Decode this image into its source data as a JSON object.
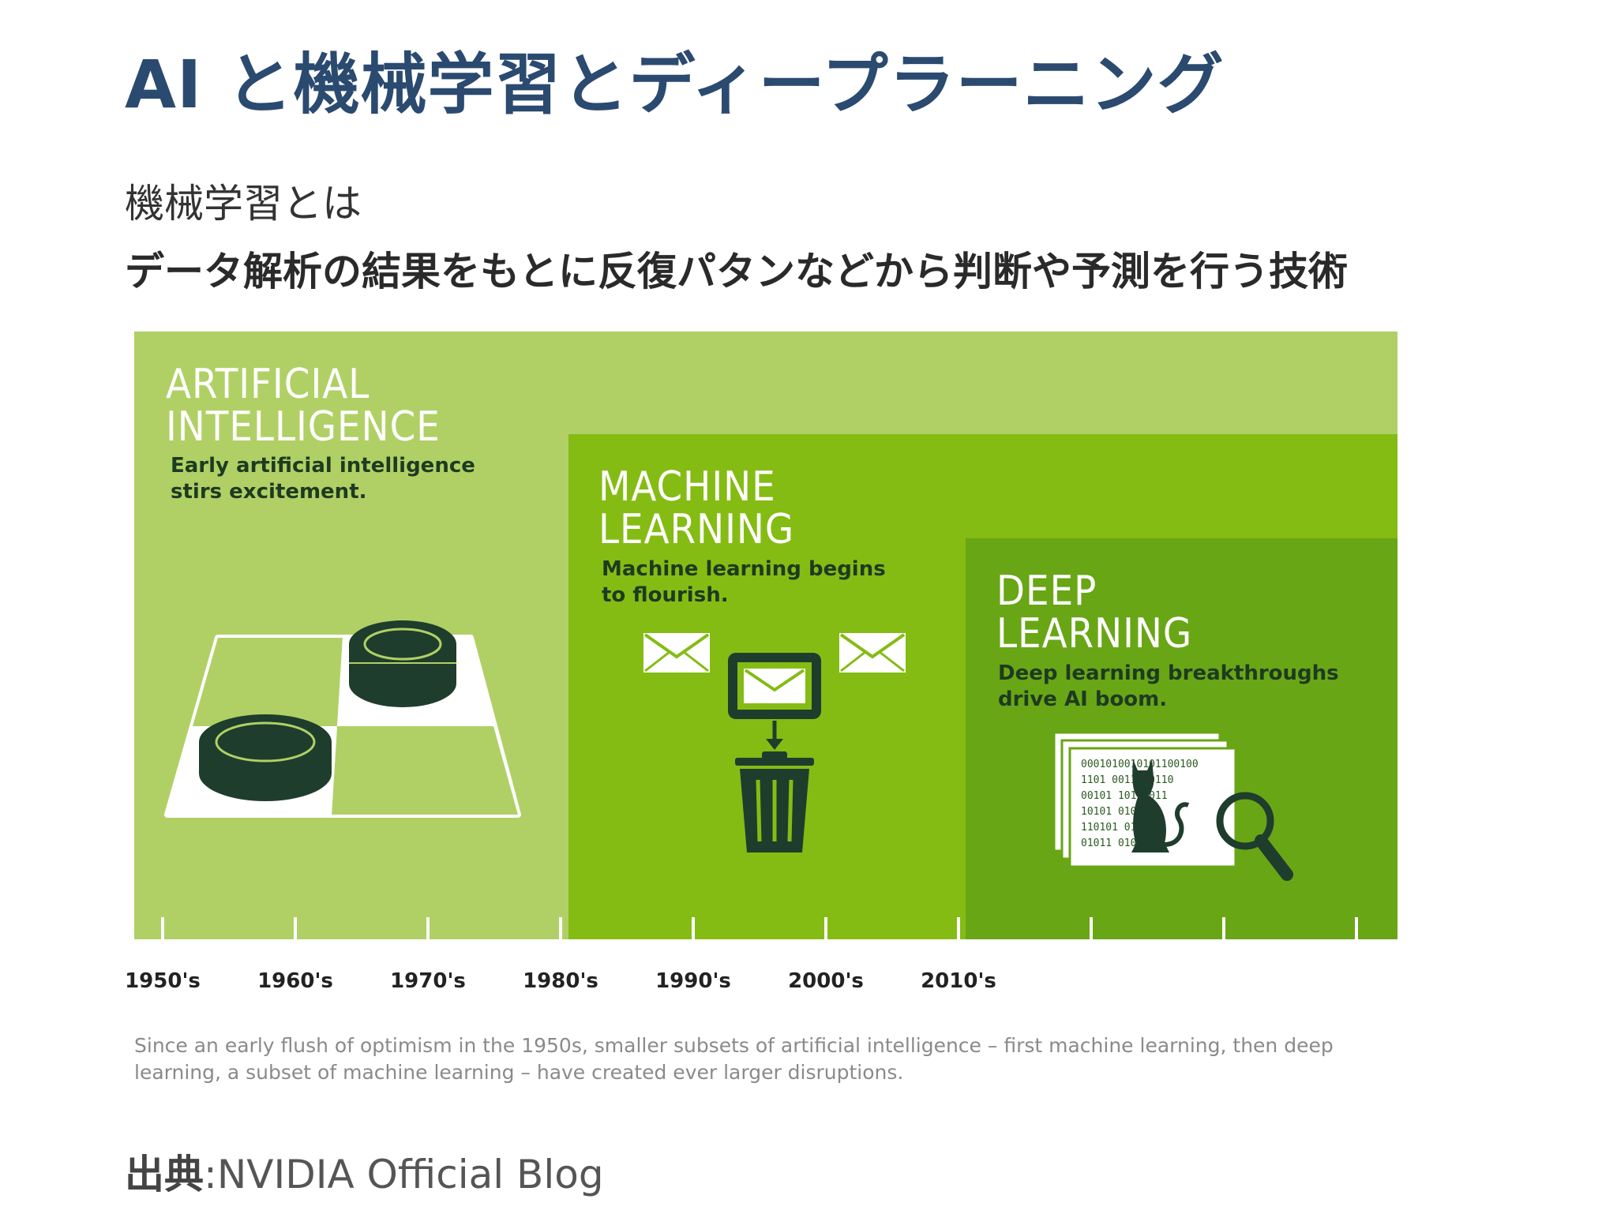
{
  "header": {
    "title": "AI と機械学習とディープラーニング",
    "subtitle": "機械学習とは",
    "definition": "データ解析の結果をもとに反復パタンなどから判断や予測を行う技術"
  },
  "figure": {
    "eras": [
      {
        "title": "ARTIFICIAL\nINTELLIGENCE",
        "desc": "Early artificial intelligence\nstirs excitement."
      },
      {
        "title": "MACHINE\nLEARNING",
        "desc": "Machine learning begins\nto flourish."
      },
      {
        "title": "DEEP\nLEARNING",
        "desc": "Deep learning breakthroughs\ndrive AI boom."
      }
    ],
    "decades": [
      "1950's",
      "1960's",
      "1970's",
      "1980's",
      "1990's",
      "2000's",
      "2010's"
    ],
    "binary_rows": [
      "0001010010101100100",
      "1101 00110 0110",
      "00101 10101011",
      "10101 010",
      "110101 010",
      "01011 01010"
    ],
    "caption": "Since an early flush of optimism in the 1950s, smaller subsets of artificial intelligence – first machine learning, then deep learning, a subset of machine learning – have created ever larger disruptions.",
    "colors": {
      "ai": "#b0d066",
      "ml": "#84bc14",
      "dl": "#68a616",
      "dark": "#1f3d2c"
    }
  },
  "source": {
    "label": "出典",
    "text": ":NVIDIA Official Blog"
  }
}
